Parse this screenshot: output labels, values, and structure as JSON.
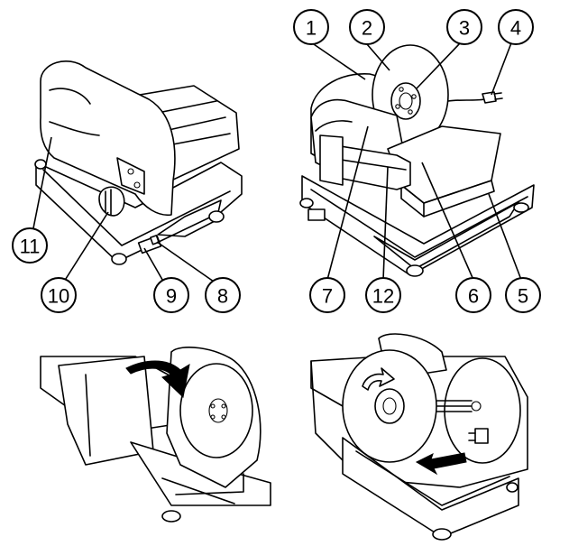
{
  "callouts": [
    {
      "id": "1",
      "label": "1"
    },
    {
      "id": "2",
      "label": "2"
    },
    {
      "id": "3",
      "label": "3"
    },
    {
      "id": "4",
      "label": "4"
    },
    {
      "id": "5",
      "label": "5"
    },
    {
      "id": "6",
      "label": "6"
    },
    {
      "id": "7",
      "label": "7"
    },
    {
      "id": "8",
      "label": "8"
    },
    {
      "id": "9",
      "label": "9"
    },
    {
      "id": "10",
      "label": "10"
    },
    {
      "id": "11",
      "label": "11"
    },
    {
      "id": "12",
      "label": "12"
    }
  ]
}
